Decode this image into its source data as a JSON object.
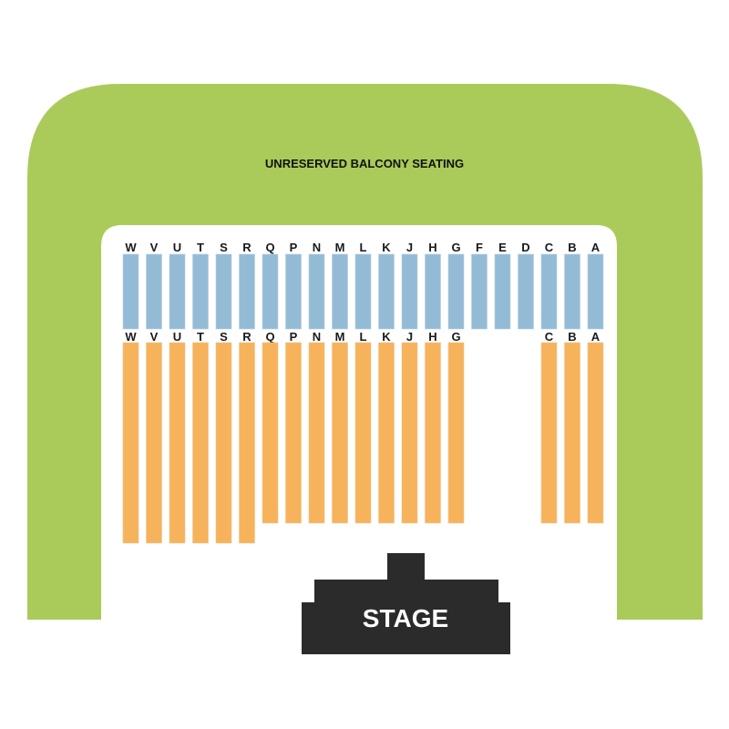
{
  "map": {
    "balcony_label": "UNRESERVED BALCONY SEATING",
    "stage_label": "STAGE",
    "colors": {
      "balcony": "#aacb5a",
      "upper_section": "#94bbd6",
      "lower_section": "#f6b35c",
      "stage": "#2b2b2b",
      "stage_text": "#ffffff",
      "label_text": "#1a1a1a"
    },
    "upper_rows": [
      "W",
      "V",
      "U",
      "T",
      "S",
      "R",
      "Q",
      "P",
      "N",
      "M",
      "L",
      "K",
      "J",
      "H",
      "G",
      "F",
      "E",
      "D",
      "C",
      "B",
      "A"
    ],
    "lower_rows": [
      "W",
      "V",
      "U",
      "T",
      "S",
      "R",
      "Q",
      "P",
      "N",
      "M",
      "L",
      "K",
      "J",
      "H",
      "G",
      "C",
      "B",
      "A"
    ]
  }
}
